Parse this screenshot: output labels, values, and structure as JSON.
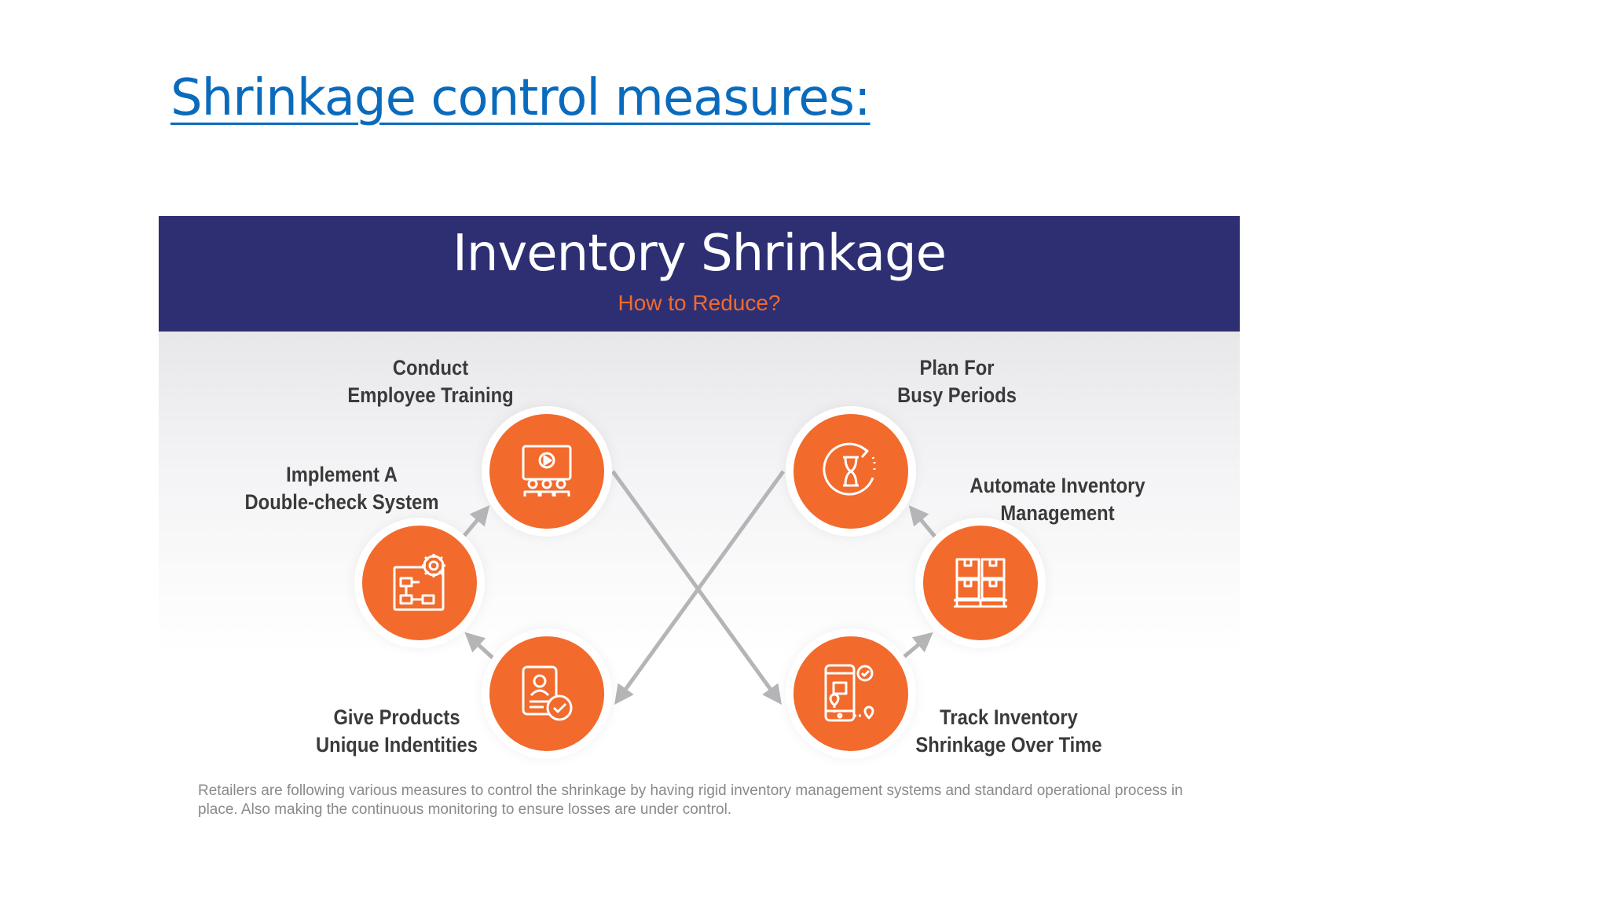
{
  "slide": {
    "title": "Shrinkage control measures:"
  },
  "infographic": {
    "title": "Inventory Shrinkage",
    "subtitle": "How to Reduce?",
    "steps": {
      "employee_training": {
        "line1": "Conduct",
        "line2": "Employee Training",
        "icon": "video-training-icon"
      },
      "double_check": {
        "line1": "Implement A",
        "line2": "Double-check System",
        "icon": "flowchart-gear-icon"
      },
      "unique_ids": {
        "line1": "Give Products",
        "line2": "Unique Indentities",
        "icon": "id-badge-check-icon"
      },
      "busy_periods": {
        "line1": "Plan For",
        "line2": "Busy Periods",
        "icon": "hourglass-cycle-icon"
      },
      "automate": {
        "line1": "Automate Inventory",
        "line2": "Management",
        "icon": "pallet-boxes-icon"
      },
      "track": {
        "line1": "Track Inventory",
        "line2": "Shrinkage Over Time",
        "icon": "mobile-tracking-icon"
      }
    },
    "footnote": "Retailers are following various measures to control the shrinkage by having rigid inventory management systems and standard operational process in place. Also making the continuous monitoring to ensure losses are under control.",
    "colors": {
      "banner": "#2d2f72",
      "accent": "#f26a2c",
      "arrow": "#b5b5b8",
      "title_link": "#0a6bbd"
    }
  }
}
